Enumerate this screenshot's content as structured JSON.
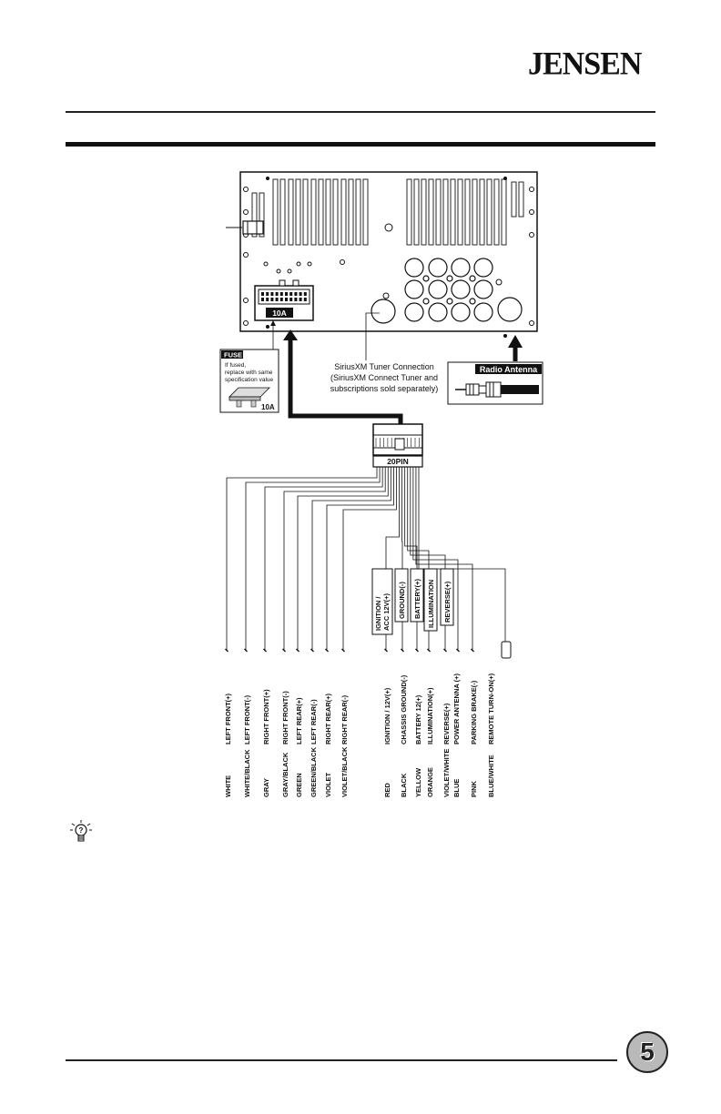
{
  "header": {
    "brand": "JENSEN"
  },
  "diagram": {
    "fuse_connector_label": "10A",
    "fuse_note": {
      "title": "FUSE",
      "lines": [
        "If fused,",
        "replace with same",
        "specification value"
      ],
      "rating": "10A"
    },
    "siriusxm_note": [
      "SiriusXM Tuner Connection",
      "(SiriusXM Connect Tuner and",
      "subscriptions sold separately)"
    ],
    "antenna_label": "Radio Antenna",
    "harness_label": "20PIN",
    "grouped_labels": [
      "IGNITION /",
      "ACC 12V(+)",
      "GROUND(-)",
      "BATTERY(+)",
      "ILLUMINATION",
      "REVERSE(+)"
    ],
    "wires": [
      {
        "function": "LEFT FRONT(+)",
        "color": "WHITE"
      },
      {
        "function": "LEFT FRONT(-)",
        "color": "WHITE/BLACK"
      },
      {
        "function": "RIGHT FRONT(+)",
        "color": "GRAY"
      },
      {
        "function": "RIGHT FRONT(-)",
        "color": "GRAY/BLACK"
      },
      {
        "function": "LEFT REAR(+)",
        "color": "GREEN"
      },
      {
        "function": "LEFT REAR(-)",
        "color": "GREEN/BLACK"
      },
      {
        "function": "RIGHT REAR(+)",
        "color": "VIOLET"
      },
      {
        "function": "RIGHT REAR(-)",
        "color": "VIOLET/BLACK"
      },
      {
        "function": "IGNITION / 12V(+)",
        "color": "RED"
      },
      {
        "function": "CHASSIS GROUND(-)",
        "color": "BLACK"
      },
      {
        "function": "BATTERY 12(+)",
        "color": "YELLOW"
      },
      {
        "function": "ILLUMINATION(+)",
        "color": "ORANGE"
      },
      {
        "function": "REVERSE(+)",
        "color": "VIOLET/WHITE"
      },
      {
        "function": "POWER ANTENNA (+)",
        "color": "BLUE"
      },
      {
        "function": "PARKING BRAKE(-)",
        "color": "PINK"
      },
      {
        "function": "REMOTE TURN-ON(+)",
        "color": "BLUE/WHITE"
      }
    ]
  },
  "footer": {
    "page_number": "5"
  }
}
